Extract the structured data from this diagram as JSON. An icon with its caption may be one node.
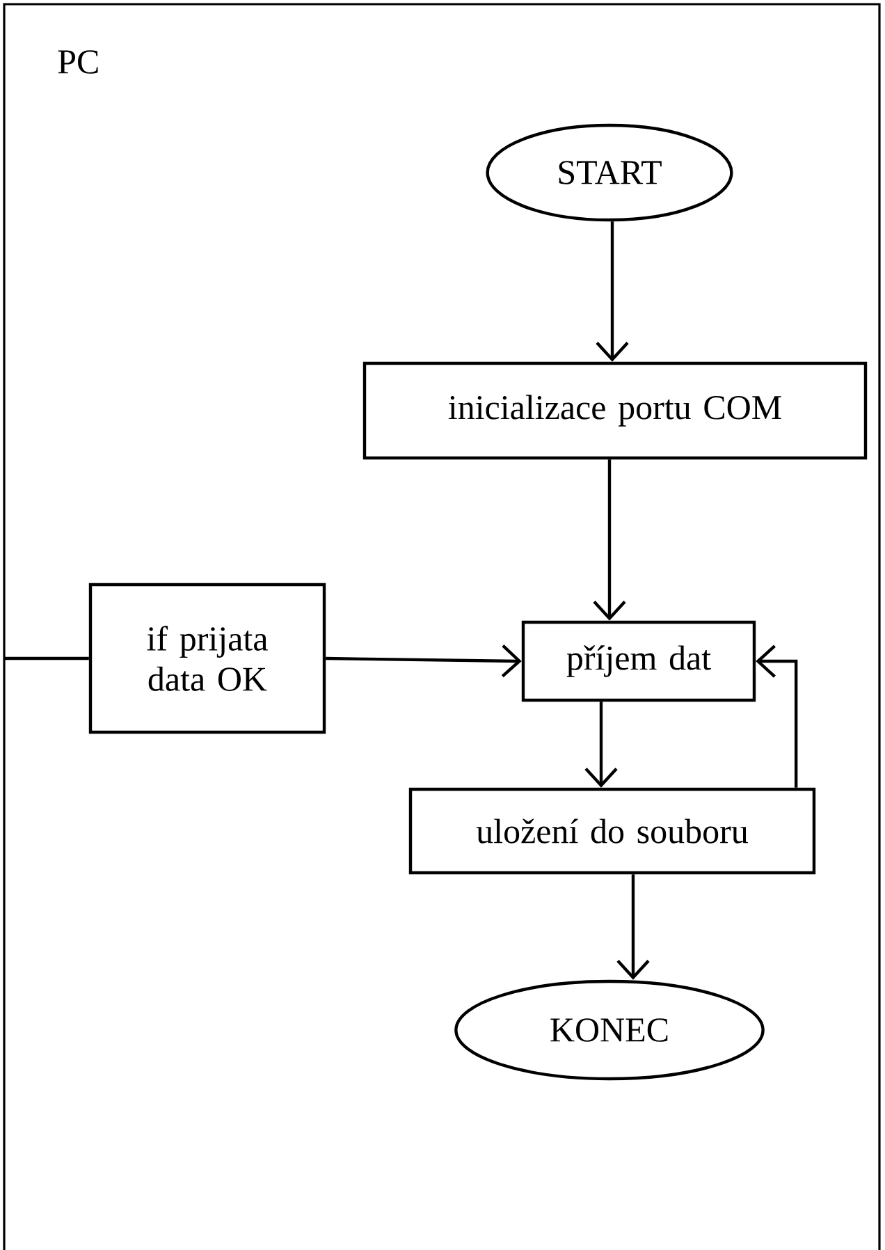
{
  "diagram": {
    "nodes": [
      {
        "text": [
          "PC"
        ]
      },
      {
        "text": [
          "START"
        ],
        "in": 0
      },
      {
        "text": [
          "inicializace portu COM"
        ],
        "in": 0
      },
      {
        "text": [
          "příjem dat"
        ],
        "in": 0
      },
      {
        "text": [
          "uložení do souboru"
        ],
        "in": 0
      },
      {
        "text": [
          "KONEC"
        ],
        "in": 0
      },
      {
        "text": [
          "if prijata data OK"
        ],
        "in": 0
      }
    ],
    "edges": [
      {
        "from": 1,
        "to": 2,
        "arrow": "to"
      },
      {
        "from": 2,
        "to": 3,
        "arrow": "to"
      },
      {
        "from": 6,
        "to": 3,
        "arrow": "to"
      },
      {
        "from": 3,
        "to": 4,
        "arrow": "to"
      },
      {
        "from": 4,
        "to": 3,
        "arrow": "to"
      },
      {
        "from": 4,
        "to": 5,
        "arrow": "to"
      },
      {
        "from": null,
        "to": 6,
        "arrow": "none"
      }
    ]
  }
}
